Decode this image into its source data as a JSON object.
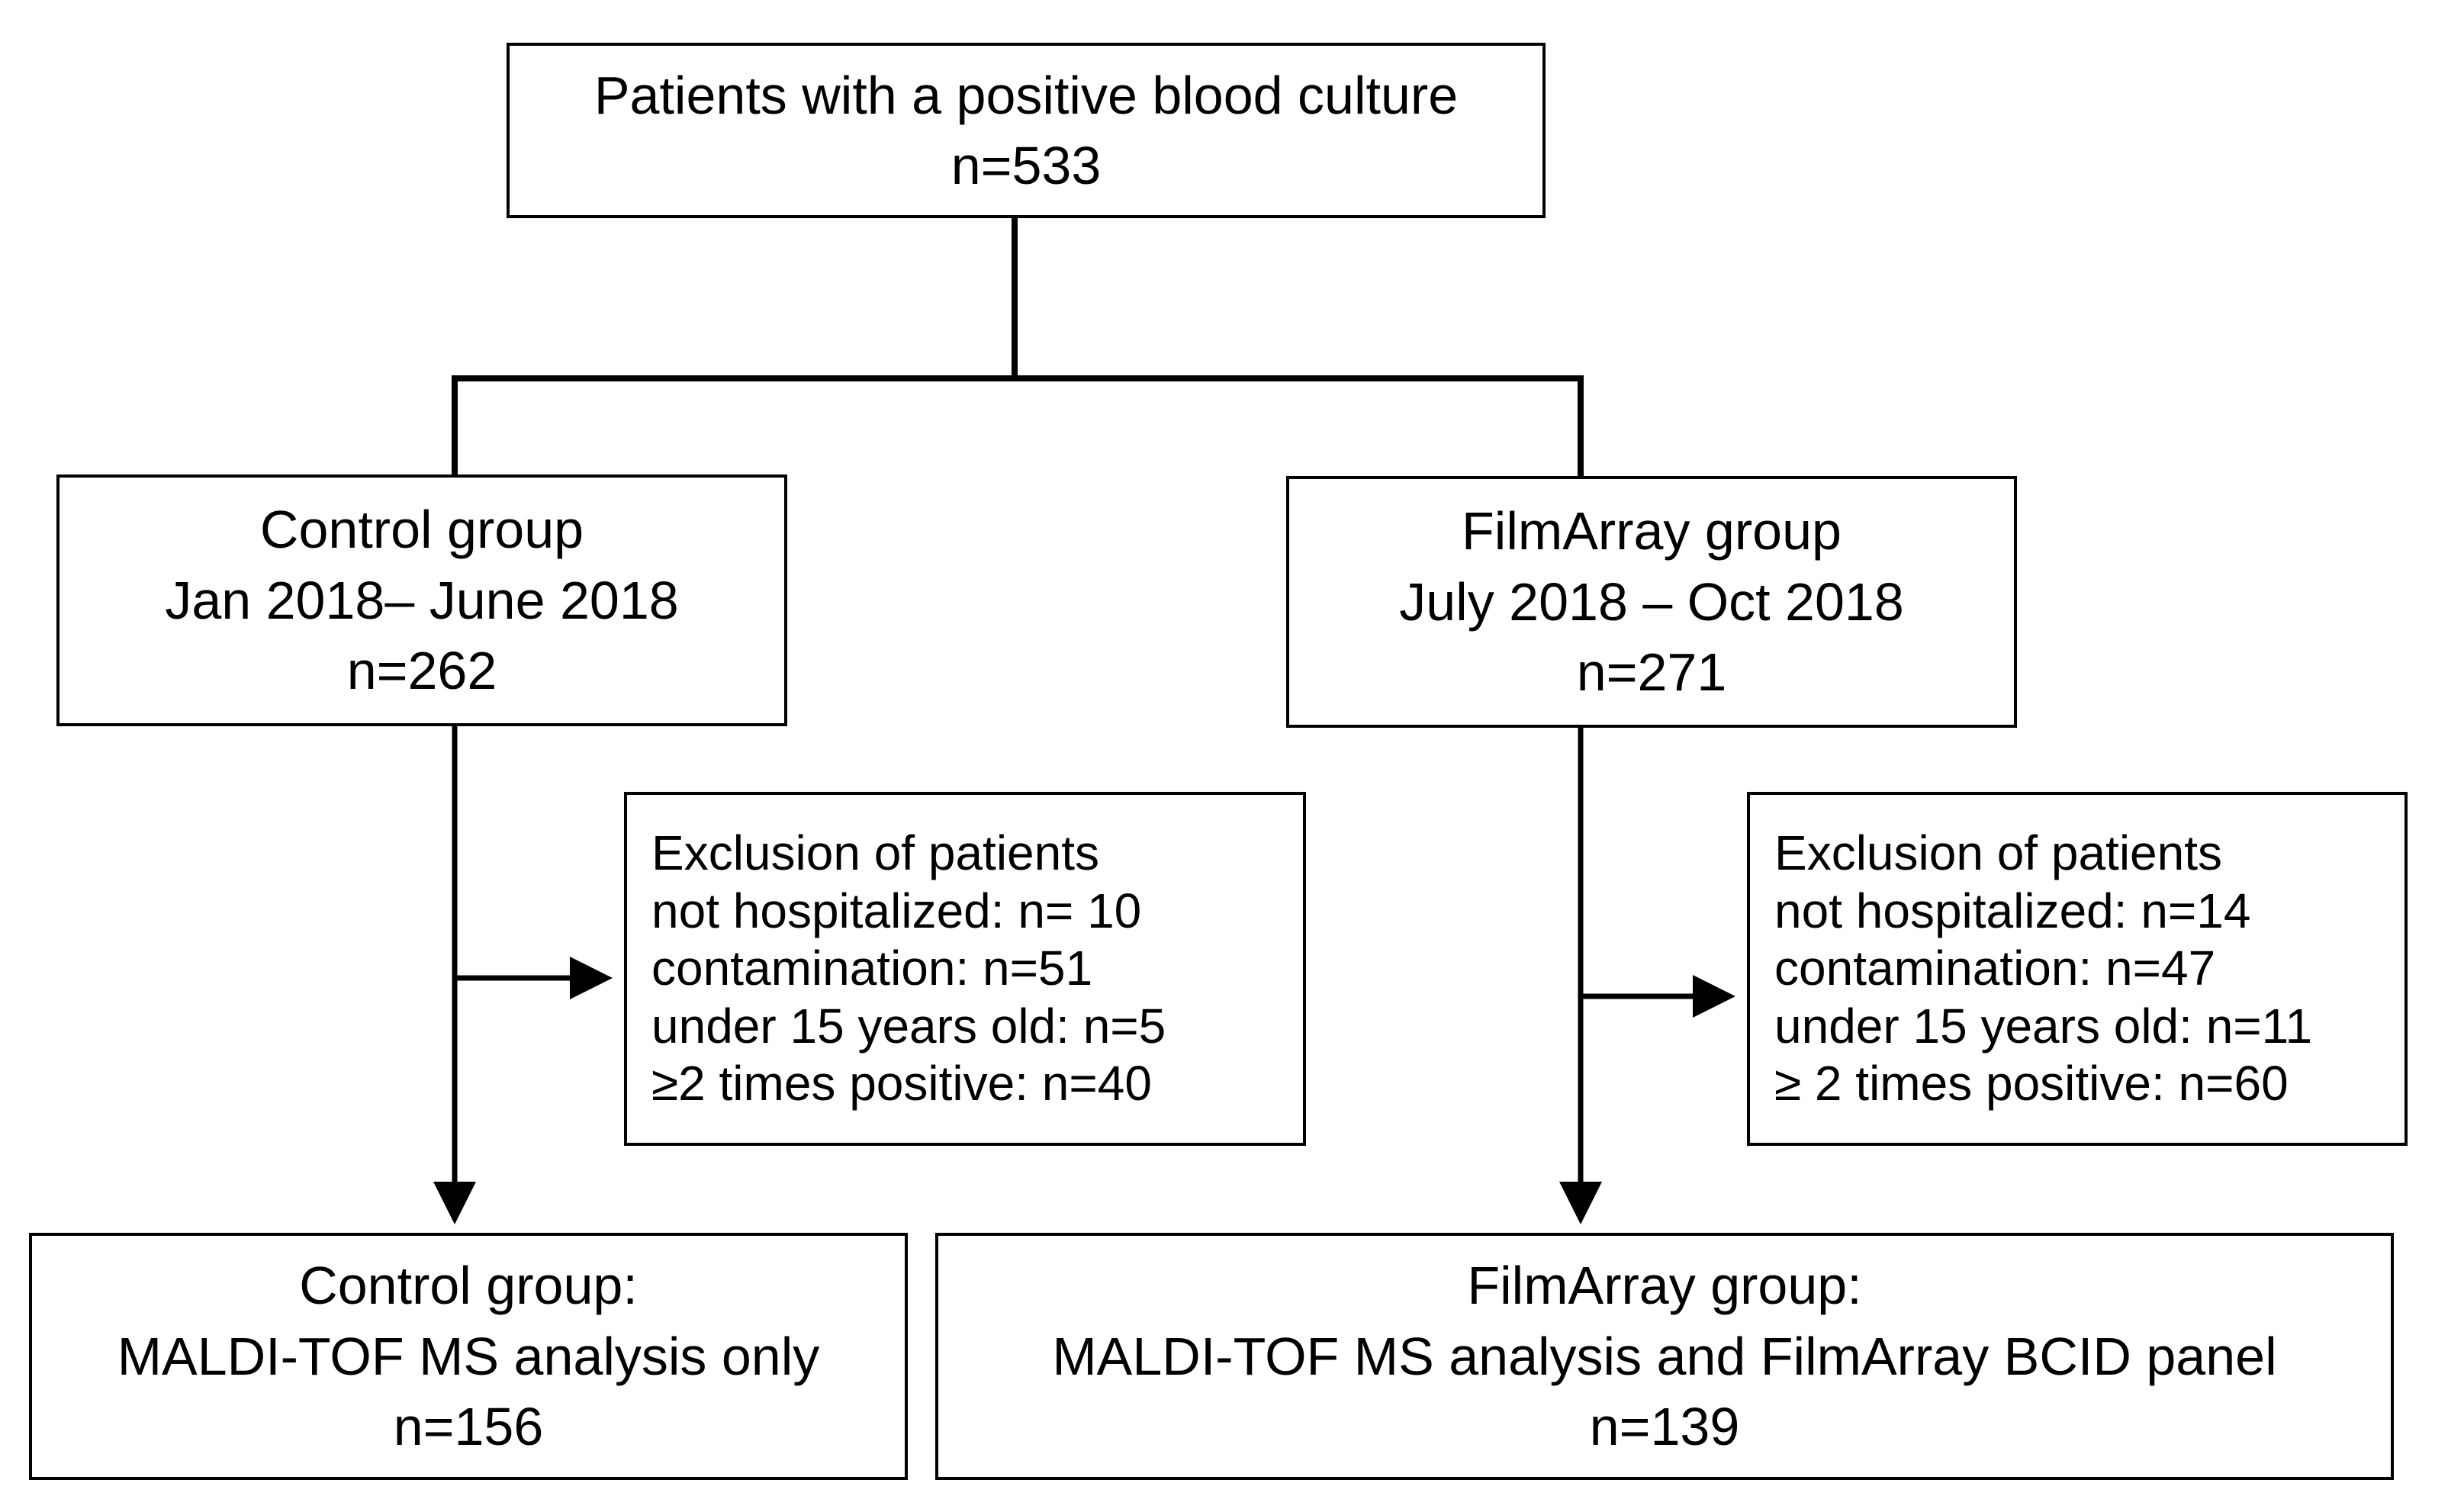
{
  "top": {
    "line1": "Patients with a positive blood culture",
    "line2": "n=533"
  },
  "control": {
    "line1": "Control group",
    "line2": "Jan 2018– June 2018",
    "line3": "n=262"
  },
  "filmarray": {
    "line1": "FilmArray group",
    "line2": "July 2018 – Oct 2018",
    "line3": "n=271"
  },
  "control_exclusion": {
    "line1": "Exclusion of patients",
    "line2": "not hospitalized: n= 10",
    "line3": "contamination: n=51",
    "line4": "under 15 years old: n=5",
    "line5": "≥2 times positive: n=40"
  },
  "filmarray_exclusion": {
    "line1": "Exclusion of patients",
    "line2": "not hospitalized: n=14",
    "line3": "contamination: n=47",
    "line4": "under 15 years old: n=11",
    "line5": "≥ 2 times positive: n=60"
  },
  "control_final": {
    "line1": "Control group:",
    "line2": "MALDI-TOF MS analysis only",
    "line3": "n=156"
  },
  "filmarray_final": {
    "line1": "FilmArray group:",
    "line2": "MALDI-TOF MS analysis and FilmArray BCID panel",
    "line3": "n=139"
  }
}
